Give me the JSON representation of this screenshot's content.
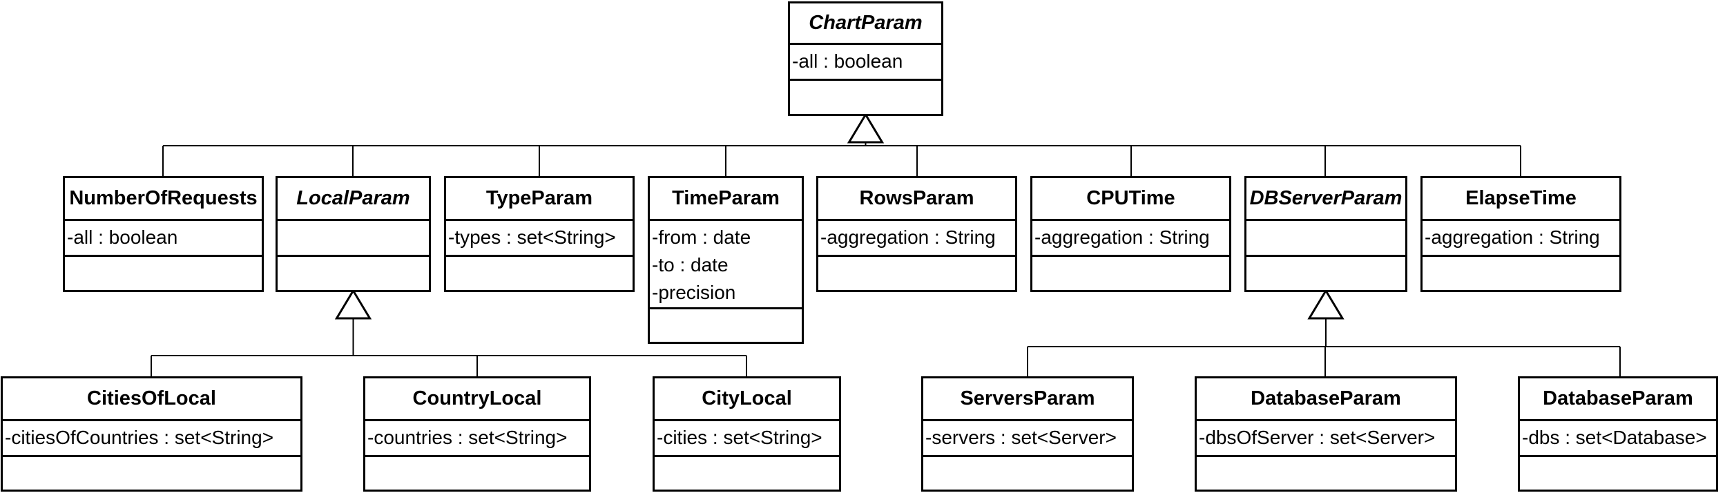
{
  "classes": {
    "chartparam": {
      "name": "ChartParam",
      "abstract": true,
      "attributes": [
        "-all : boolean"
      ]
    },
    "numberofrequests": {
      "name": "NumberOfRequests",
      "abstract": false,
      "attributes": [
        "-all : boolean"
      ]
    },
    "localparam": {
      "name": "LocalParam",
      "abstract": true,
      "attributes": []
    },
    "typeparam": {
      "name": "TypeParam",
      "abstract": false,
      "attributes": [
        "-types : set<String>"
      ]
    },
    "timeparam": {
      "name": "TimeParam",
      "abstract": false,
      "attributes": [
        "-from : date",
        "-to : date",
        "-precision"
      ]
    },
    "rowsparam": {
      "name": "RowsParam",
      "abstract": false,
      "attributes": [
        "-aggregation : String"
      ]
    },
    "cputime": {
      "name": "CPUTime",
      "abstract": false,
      "attributes": [
        "-aggregation : String"
      ]
    },
    "dbserverparam": {
      "name": "DBServerParam",
      "abstract": true,
      "attributes": []
    },
    "elapsetime": {
      "name": "ElapseTime",
      "abstract": false,
      "attributes": [
        "-aggregation : String"
      ]
    },
    "citiesoflocal": {
      "name": "CitiesOfLocal",
      "abstract": false,
      "attributes": [
        "-citiesOfCountries : set<String>"
      ]
    },
    "countrylocal": {
      "name": "CountryLocal",
      "abstract": false,
      "attributes": [
        "-countries : set<String>"
      ]
    },
    "citylocal": {
      "name": "CityLocal",
      "abstract": false,
      "attributes": [
        "-cities : set<String>"
      ]
    },
    "serversparam": {
      "name": "ServersParam",
      "abstract": false,
      "attributes": [
        "-servers : set<Server>"
      ]
    },
    "databaseparam1": {
      "name": "DatabaseParam",
      "abstract": false,
      "attributes": [
        "-dbsOfServer : set<Server>"
      ]
    },
    "databaseparam2": {
      "name": "DatabaseParam",
      "abstract": false,
      "attributes": [
        "-dbs : set<Database>"
      ]
    }
  },
  "generalizations": [
    {
      "parent": "chartparam",
      "children": [
        "numberofrequests",
        "localparam",
        "typeparam",
        "timeparam",
        "rowsparam",
        "cputime",
        "dbserverparam",
        "elapsetime"
      ]
    },
    {
      "parent": "localparam",
      "children": [
        "citiesoflocal",
        "countrylocal",
        "citylocal"
      ]
    },
    {
      "parent": "dbserverparam",
      "children": [
        "serversparam",
        "databaseparam1",
        "databaseparam2"
      ]
    }
  ]
}
